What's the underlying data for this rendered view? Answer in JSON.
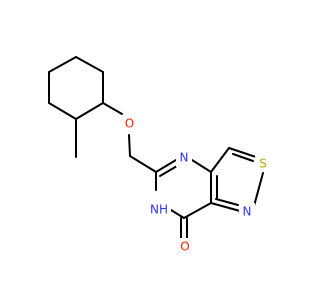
{
  "structure": {
    "colors": {
      "bond": "#000000",
      "nitrogen": "#3333ff",
      "oxygen": "#ff2200",
      "sulfur": "#b9a800"
    },
    "atom_labels": {
      "ether_oxygen": "O",
      "ring_nitrogen_4": "N",
      "ring_nh": "NH",
      "hydrogen_h": "H",
      "thiazole_sulfur": "S",
      "thiazole_nitrogen": "N",
      "carbonyl_oxygen": "O"
    }
  }
}
